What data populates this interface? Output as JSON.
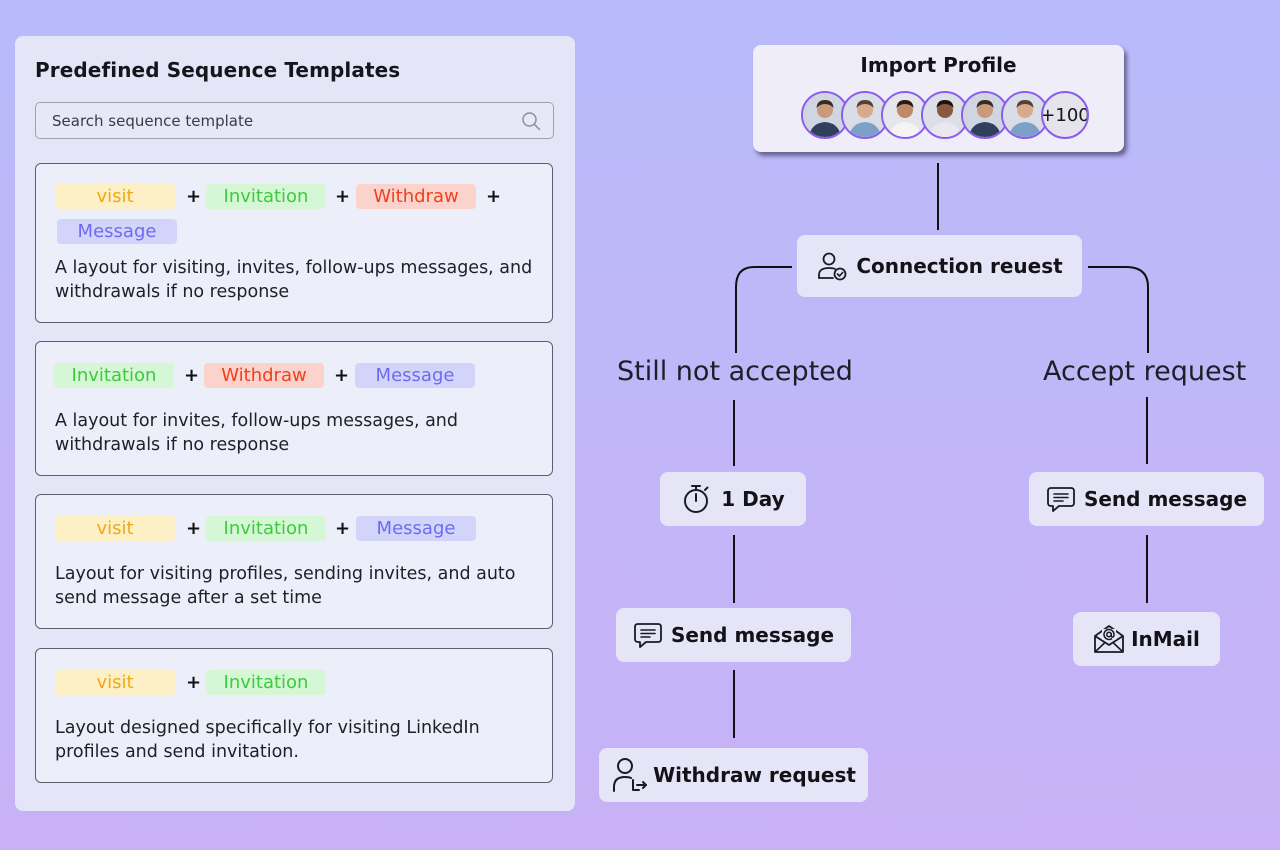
{
  "panel": {
    "title": "Predefined Sequence Templates",
    "search_placeholder": "Search sequence template"
  },
  "tag_colors": {
    "visit": {
      "bg": "#fdefc6",
      "fg": "#f2a814"
    },
    "invitation": {
      "bg": "#d6f7d6",
      "fg": "#3bcb3b"
    },
    "withdraw": {
      "bg": "#fbd3cc",
      "fg": "#f0401c"
    },
    "message": {
      "bg": "#d2d4fa",
      "fg": "#6c6cf2"
    }
  },
  "templates": [
    {
      "tags": [
        "visit",
        "Invitation",
        "Withdraw",
        "Message"
      ],
      "description": "A layout for visiting, invites, follow-ups messages, and withdrawals if no response"
    },
    {
      "tags": [
        "Invitation",
        "Withdraw",
        "Message"
      ],
      "description": "A layout for invites, follow-ups messages, and withdrawals if no response"
    },
    {
      "tags": [
        "visit",
        "Invitation",
        "Message"
      ],
      "description": "Layout for visiting profiles, sending invites, and auto send message after a set time"
    },
    {
      "tags": [
        "visit",
        "Invitation"
      ],
      "description": "Layout designed specifically for visiting LinkedIn profiles and send invitation."
    }
  ],
  "plus_symbol": "+",
  "flow": {
    "import_title": "Import Profile",
    "avatar_more": "+100",
    "connection": "Connection reuest",
    "still_not_accepted": "Still not accepted",
    "accept_request": "Accept request",
    "delay": "1 Day",
    "send_message_left": "Send message",
    "withdraw_request": "Withdraw request",
    "send_message_right": "Send message",
    "inmail": "InMail"
  }
}
